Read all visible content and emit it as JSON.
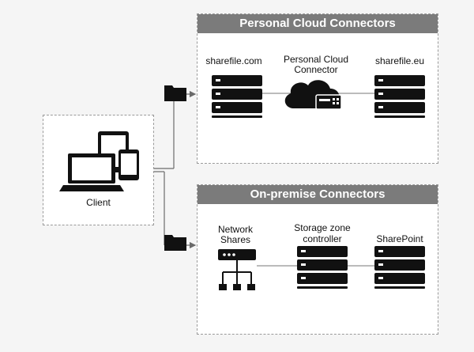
{
  "client": {
    "label": "Client"
  },
  "personal": {
    "title": "Personal Cloud Connectors",
    "left_label": "sharefile.com",
    "center_label_line1": "Personal Cloud",
    "center_label_line2": "Connector",
    "right_label": "sharefile.eu"
  },
  "onprem": {
    "title": "On-premise Connectors",
    "left_label_line1": "Network",
    "left_label_line2": "Shares",
    "center_label_line1": "Storage zone",
    "center_label_line2": "controller",
    "right_label": "SharePoint"
  },
  "icons": {
    "client": "laptop-tablet-phone-icon",
    "folder": "folder-icon",
    "server": "server-icon",
    "cloud": "cloud-connector-icon",
    "network": "network-share-icon"
  },
  "colors": {
    "header": "#7b7b7b",
    "icon": "#111111",
    "connector": "#6a6a6a"
  }
}
